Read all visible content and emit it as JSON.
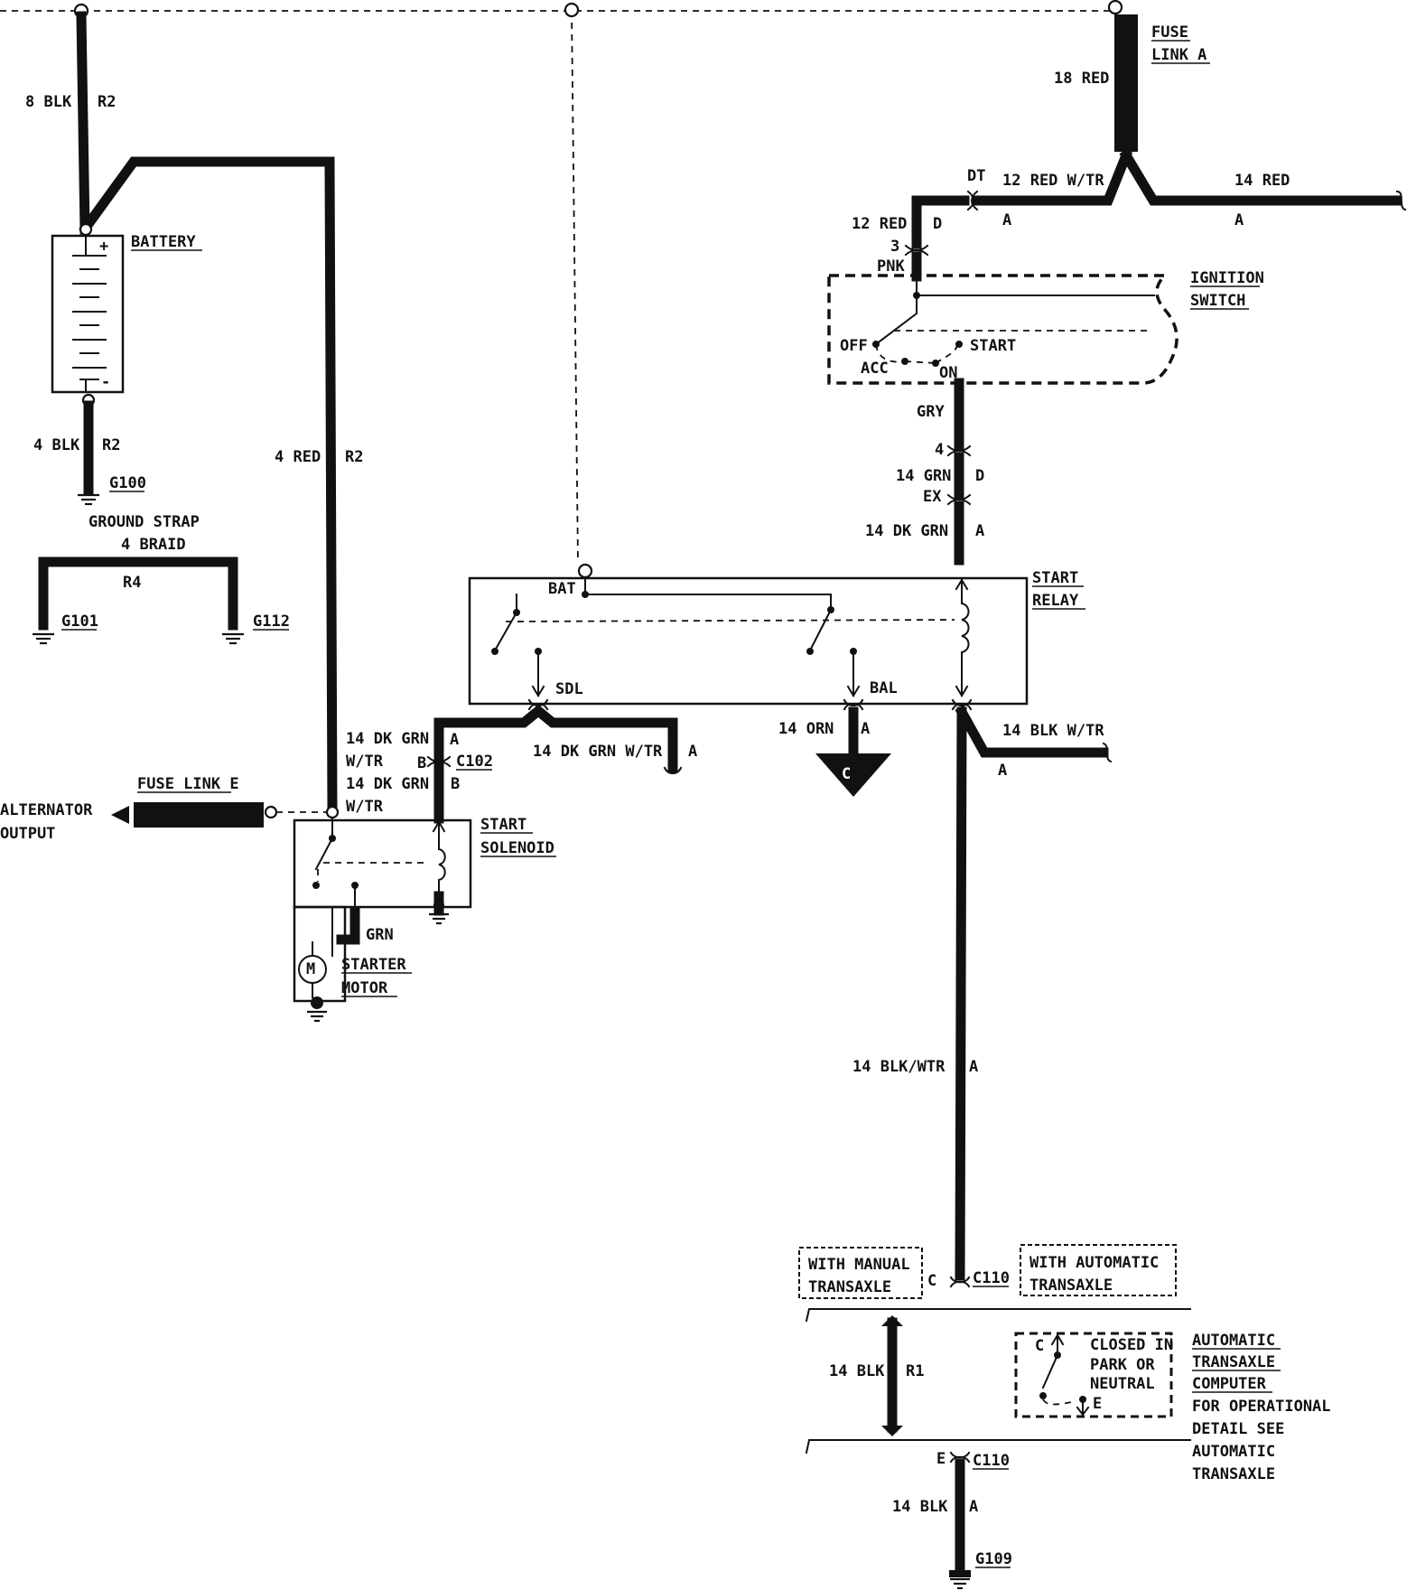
{
  "components": {
    "battery": "BATTERY",
    "battery_plus": "+",
    "battery_minus": "-",
    "fuse_link_a": [
      "FUSE",
      "LINK A"
    ],
    "fuse_link_e": "FUSE LINK E",
    "alternator_output": [
      "ALTERNATOR",
      "OUTPUT"
    ],
    "ignition_switch": [
      "IGNITION",
      "SWITCH"
    ],
    "start_relay": [
      "START",
      "RELAY"
    ],
    "start_solenoid": [
      "START",
      "SOLENOID"
    ],
    "starter_motor": [
      "STARTER",
      "MOTOR"
    ],
    "motor_symbol": "M",
    "ground_strap": [
      "GROUND STRAP",
      "4 BRAID"
    ],
    "with_manual": [
      "WITH MANUAL",
      "TRANSAXLE"
    ],
    "with_automatic": [
      "WITH AUTOMATIC",
      "TRANSAXLE"
    ],
    "closed_in": [
      "CLOSED IN",
      "PARK OR",
      "NEUTRAL"
    ],
    "atc_lines": [
      "AUTOMATIC",
      "TRANSAXLE",
      "COMPUTER",
      "FOR OPERATIONAL",
      "DETAIL SEE",
      "AUTOMATIC",
      "TRANSAXLE"
    ],
    "connector_c": "C"
  },
  "ignition_positions": {
    "off": "OFF",
    "acc": "ACC",
    "on": "ON",
    "start": "START"
  },
  "relay_terminals": {
    "bat": "BAT",
    "sdl": "SDL",
    "bal": "BAL"
  },
  "grounds": {
    "g100": "G100",
    "g101": "G101",
    "g112": "G112",
    "g109": "G109"
  },
  "connectors": {
    "c102": "C102",
    "c110_top": "C110",
    "c110_bottom": "C110"
  },
  "wires": {
    "w_8blk": "8 BLK",
    "w_r2_top": "R2",
    "w_4blk": "4 BLK",
    "w_r2_mid": "R2",
    "w_r4": "R4",
    "w_4red": "4 RED",
    "w_r2_red": "R2",
    "w_18red": "18 RED",
    "w_dt": "DT",
    "w_12redwtr": "12 RED W/TR",
    "w_14red": "14 RED",
    "w_a1": "A",
    "w_a2": "A",
    "w_12red": "12 RED",
    "w_d1": "D",
    "w_3": "3",
    "w_pnk": "PNK",
    "w_gry": "GRY",
    "w_4": "4",
    "w_14grn": "14 GRN",
    "w_d2": "D",
    "w_ex": "EX",
    "w_14dkgrn": "14 DK GRN",
    "w_a3": "A",
    "w_14dkgrn_wtr_1": "14 DK GRN",
    "w_wtr_1": "W/TR",
    "w_14dkgrn_2": "14 DK GRN",
    "w_wtr_2": "W/TR",
    "w_a4": "A",
    "w_b1": "B",
    "w_b2": "B",
    "w_14dkgrnwtr_right": "14 DK GRN W/TR",
    "w_a5": "A",
    "w_14orn": "14 ORN",
    "w_a6": "A",
    "w_14blkwtr_right": "14 BLK W/TR",
    "w_a7": "A",
    "w_grn": "GRN",
    "w_14blkwtr_long": "14 BLK/WTR",
    "w_a8": "A",
    "w_c": "C",
    "w_14blk_r1": "14 BLK",
    "w_r1": "R1",
    "w_e": "E",
    "w_14blk_bottom": "14 BLK",
    "w_a9": "A",
    "w_c_sw": "C",
    "w_e_sw": "E"
  }
}
